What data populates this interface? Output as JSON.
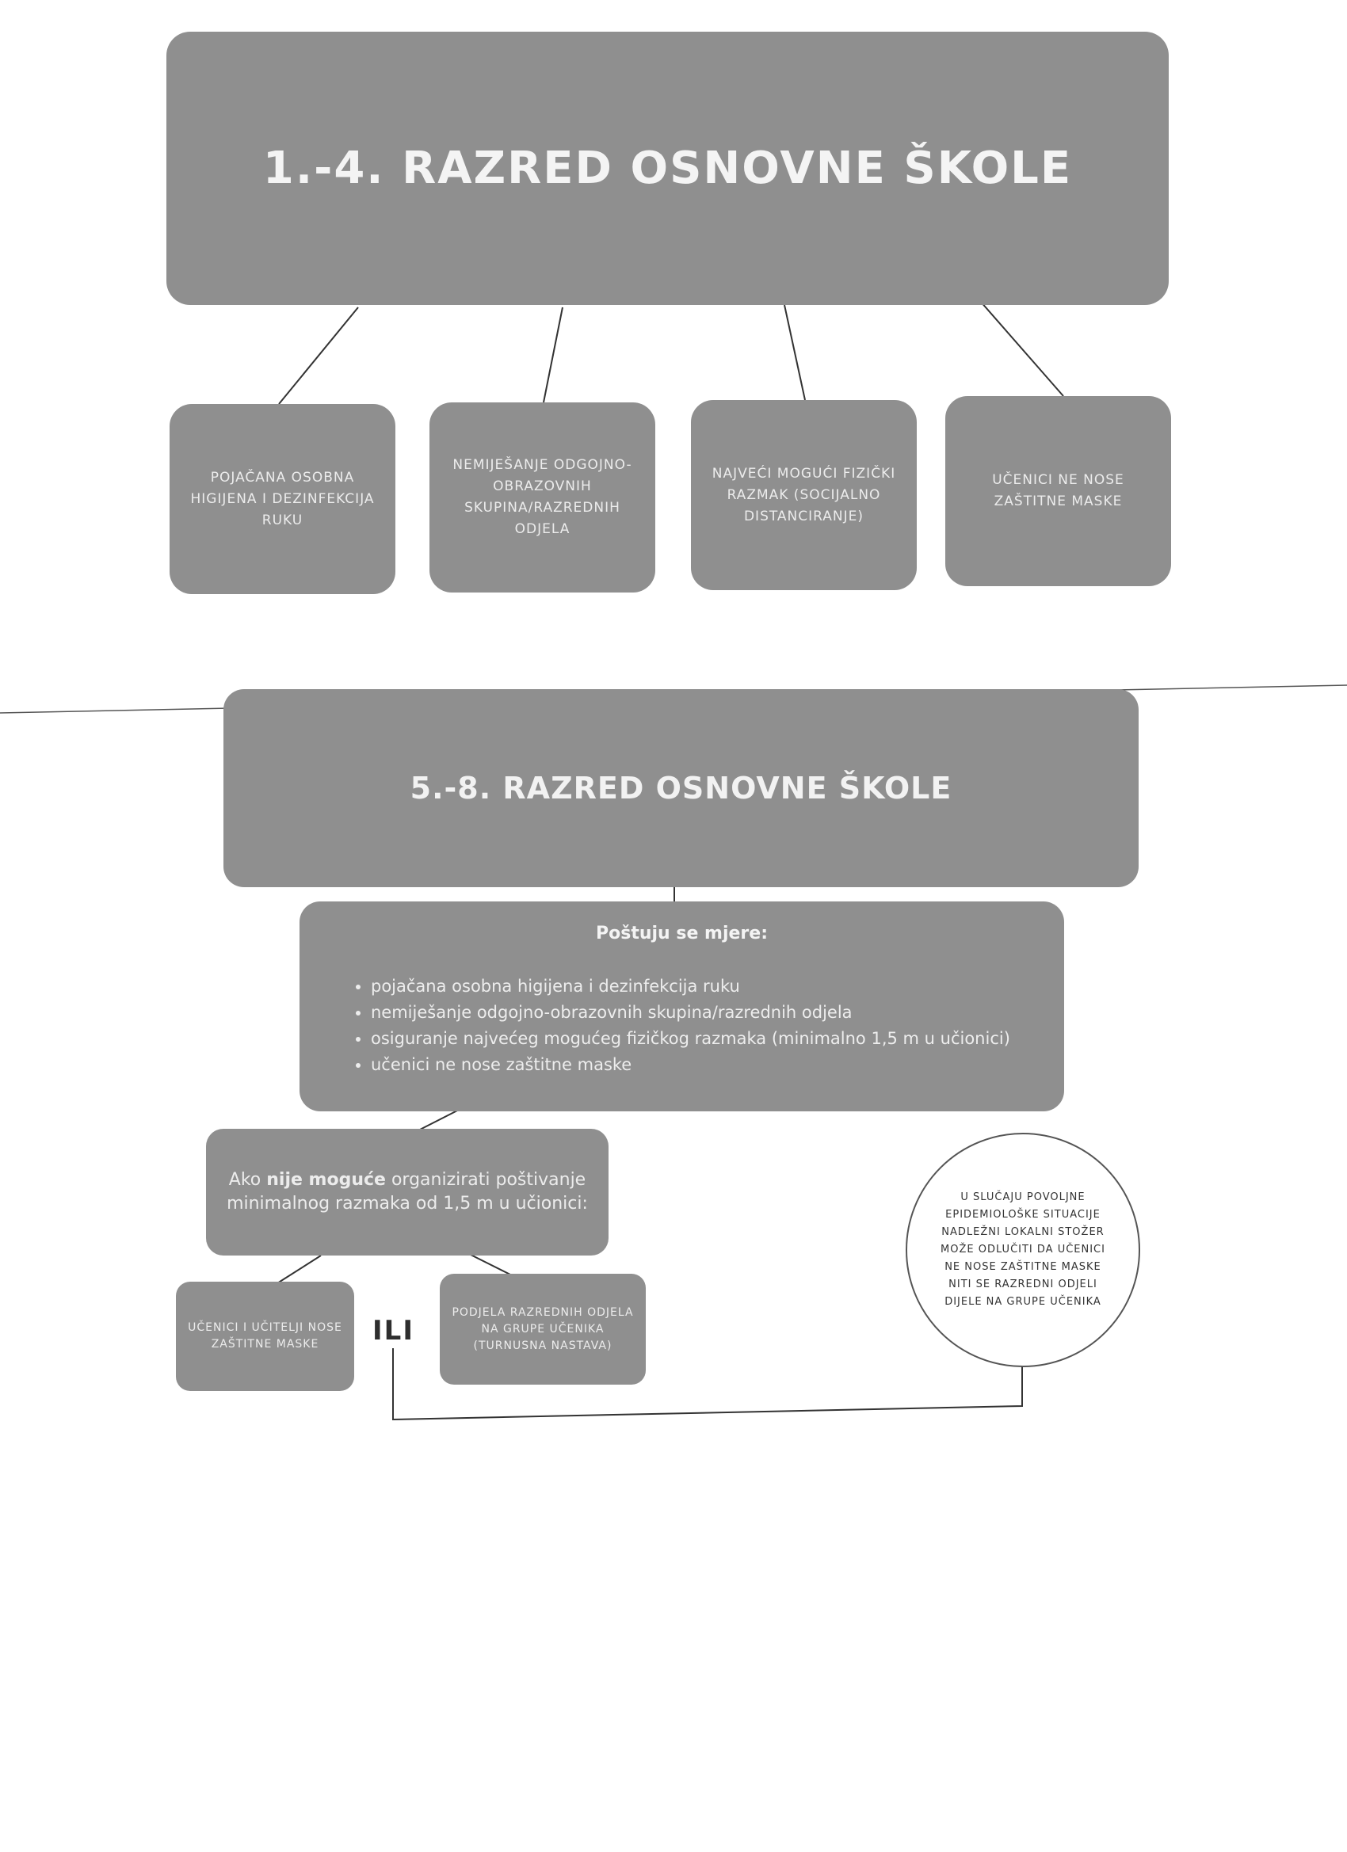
{
  "top": {
    "title": "1.-4. RAZRED OSNOVNE ŠKOLE",
    "leaves": [
      "POJAČANA OSOBNA HIGIJENA I DEZINFEKCIJA RUKU",
      "NEMIJEŠANJE ODGOJNO-OBRAZOVNIH SKUPINA/RAZREDNIH ODJELA",
      "NAJVEĆI MOGUĆI FIZIČKI RAZMAK (SOCIJALNO DISTANCIRANJE)",
      "UČENICI NE NOSE ZAŠTITNE MASKE"
    ]
  },
  "bottom": {
    "title": "5.-8. RAZRED OSNOVNE ŠKOLE",
    "measures_header": "Poštuju se mjere:",
    "measures": [
      "pojačana osobna higijena i dezinfekcija ruku",
      "nemiješanje odgojno-obrazovnih skupina/razrednih odjela",
      "osiguranje najvećeg mogućeg fizičkog razmaka (minimalno 1,5 m u učionici)",
      "učenici ne nose zaštitne maske"
    ],
    "condition_pre": "Ako ",
    "condition_bold": "nije moguće",
    "condition_post": " organizirati poštivanje minimalnog razmaka od 1,5 m u učionici:",
    "option_left": "UČENICI I UČITELJI NOSE ZAŠTITNE MASKE",
    "or_label": "ILI",
    "option_right": "PODJELA RAZREDNIH ODJELA NA GRUPE UČENIKA (TURNUSNA NASTAVA)",
    "circle_note": "U SLUČAJU POVOLJNE EPIDEMIOLOŠKE SITUACIJE NADLEŽNI LOKALNI STOŽER MOŽE ODLUČITI DA UČENICI NE NOSE ZAŠTITNE MASKE NITI SE RAZREDNI ODJELI DIJELE NA GRUPE UČENIKA"
  }
}
